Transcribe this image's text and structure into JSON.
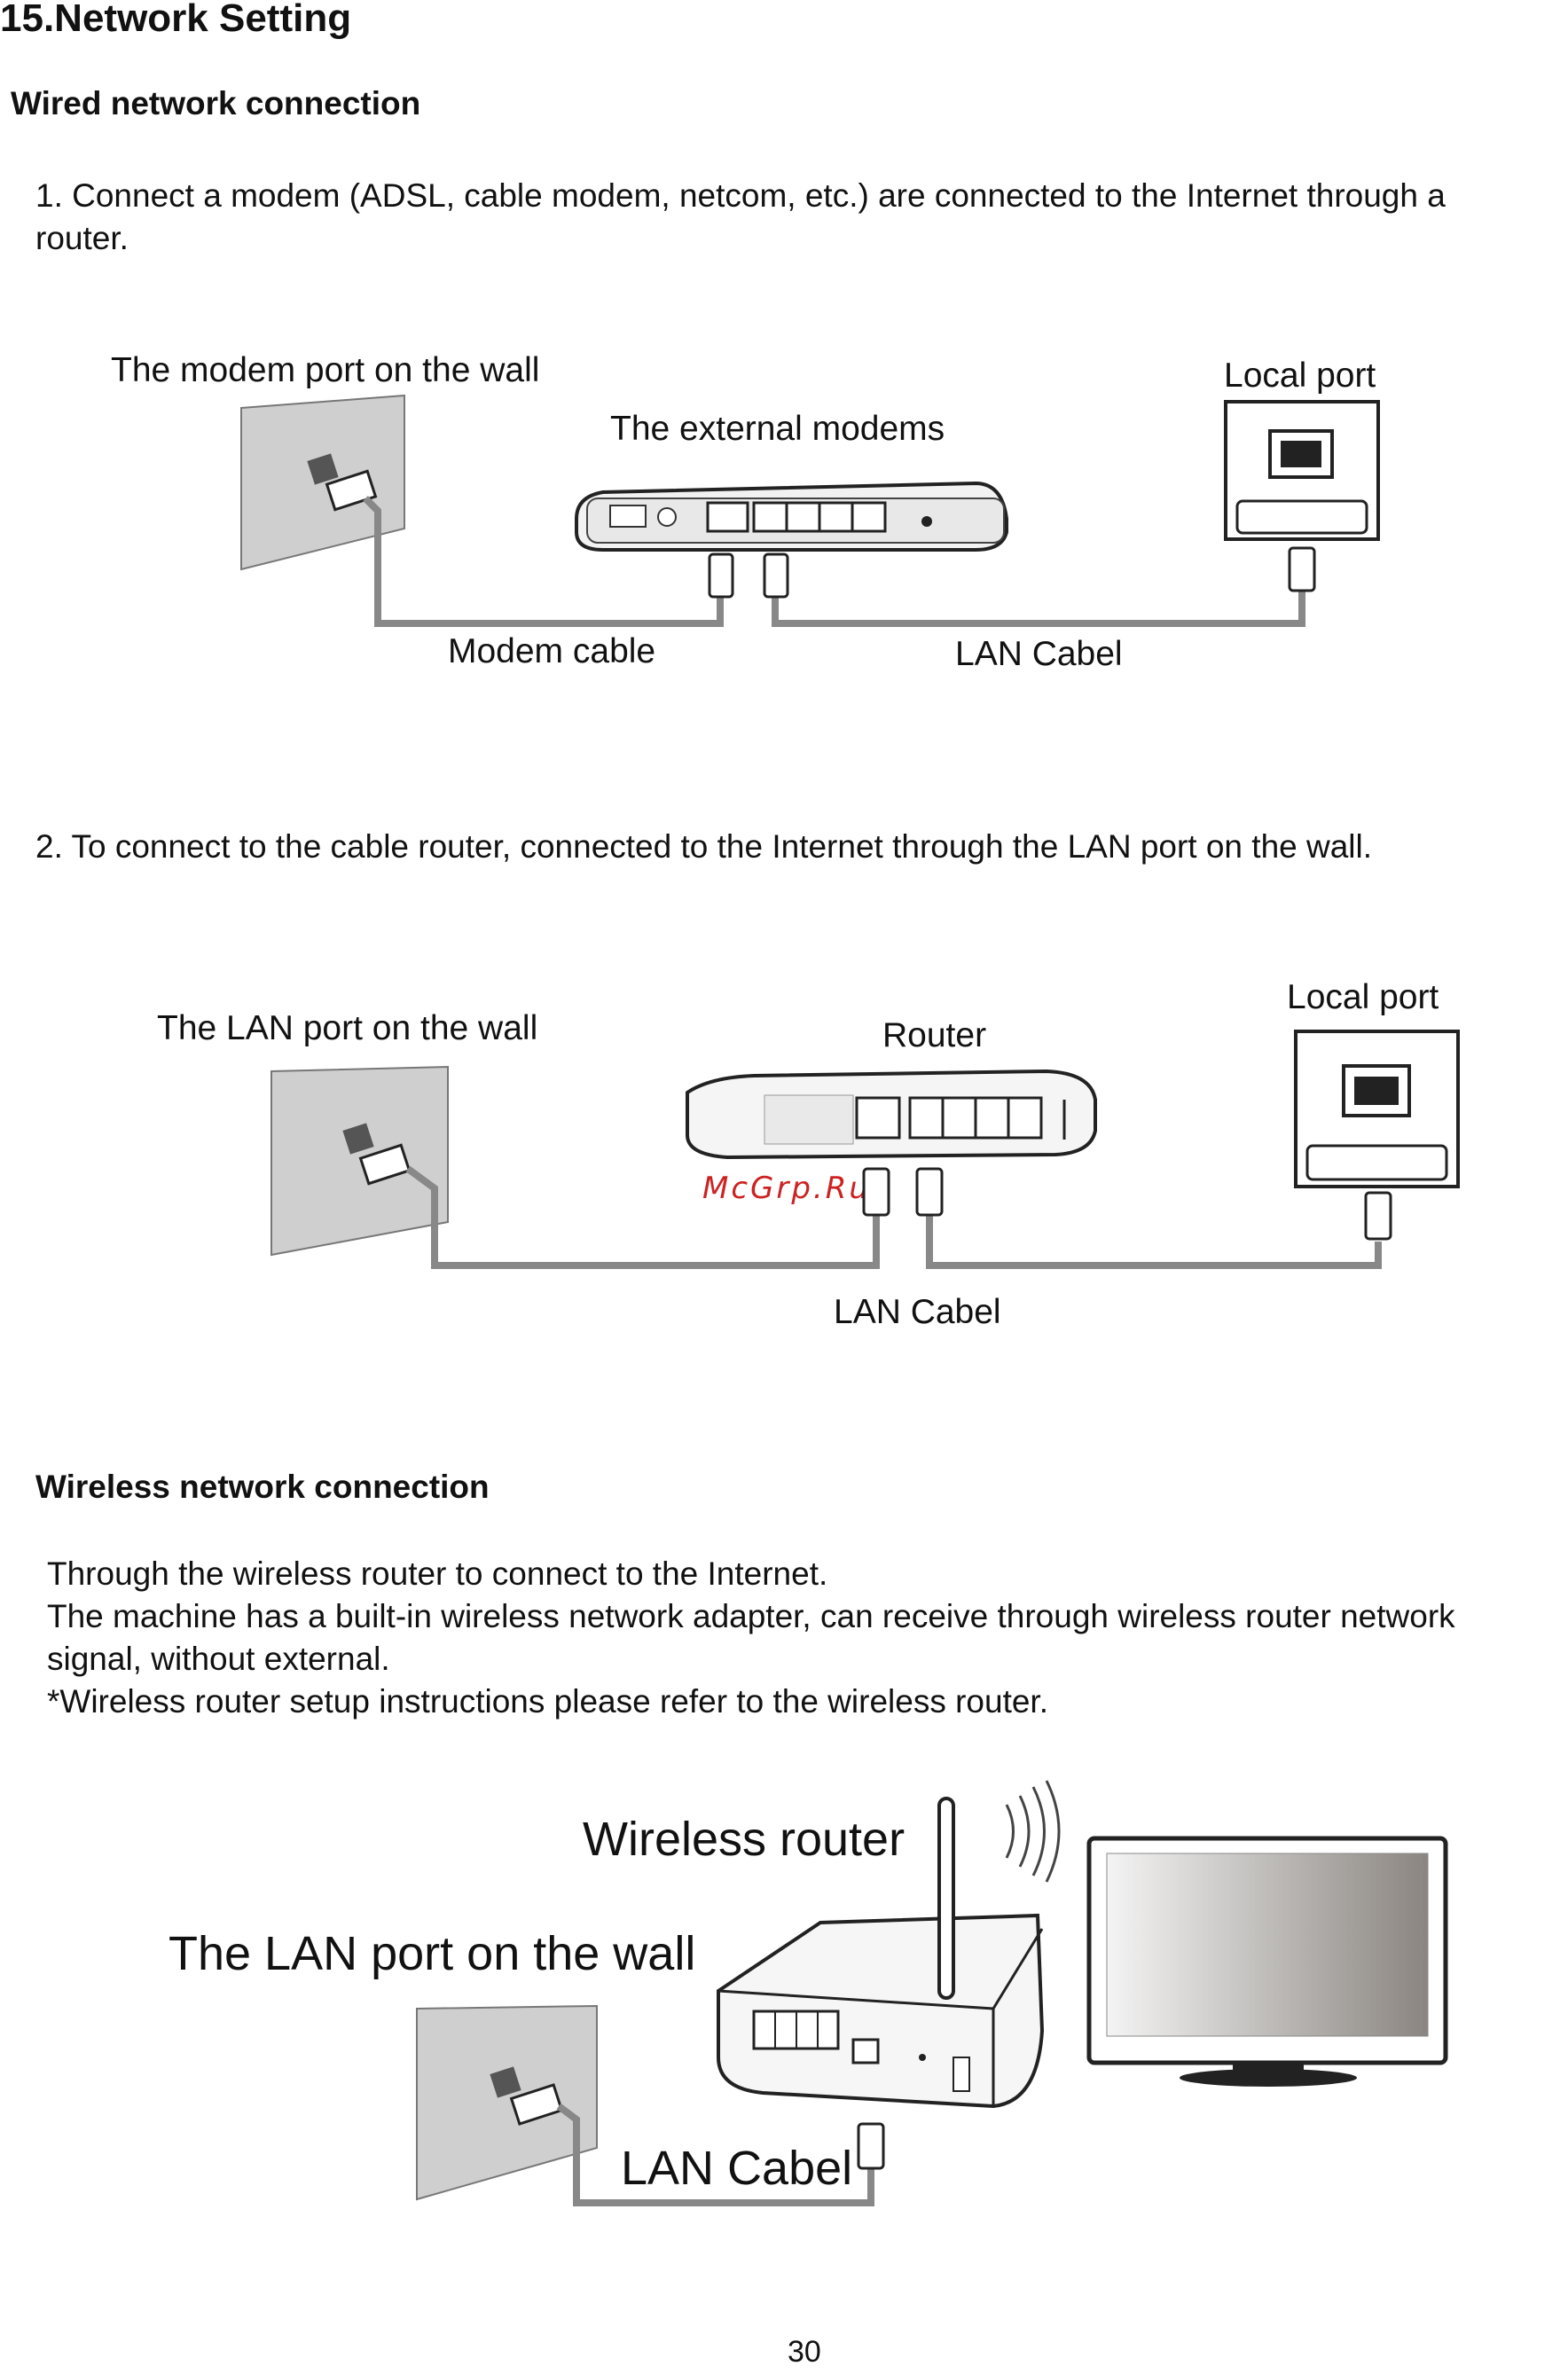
{
  "heading": "15.Network Setting",
  "wired": {
    "title": "Wired network connection",
    "step1_line1": "1. Connect a modem (ADSL, cable modem, netcom, etc.) are connected to the Internet through a",
    "step1_line2": "router.",
    "diagram1": {
      "wall_label": "The modem port on the wall",
      "modem_label": "The external modems",
      "local_port_label": "Local port",
      "modem_cable_label": "Modem cable",
      "lan_cable_label": "LAN Cabel"
    },
    "step2": "2. To connect to the cable router, connected to the Internet through the LAN port on the wall.",
    "diagram2": {
      "wall_label": "The LAN port on the wall",
      "router_label": "Router",
      "local_port_label": "Local port",
      "lan_cable_label": "LAN Cabel"
    }
  },
  "wireless": {
    "title": "Wireless network connection",
    "line1": "Through the wireless router to connect to the Internet.",
    "line2": "The machine has a built-in wireless network adapter, can receive through wireless router network",
    "line3": "signal, without external.",
    "line4": "*Wireless router setup instructions please refer to the wireless router.",
    "diagram3": {
      "router_label": "Wireless router",
      "wall_label": "The LAN port on the wall",
      "lan_cable_label": "LAN Cabel"
    }
  },
  "watermark": "McGrp.Ru",
  "page_number": "30"
}
